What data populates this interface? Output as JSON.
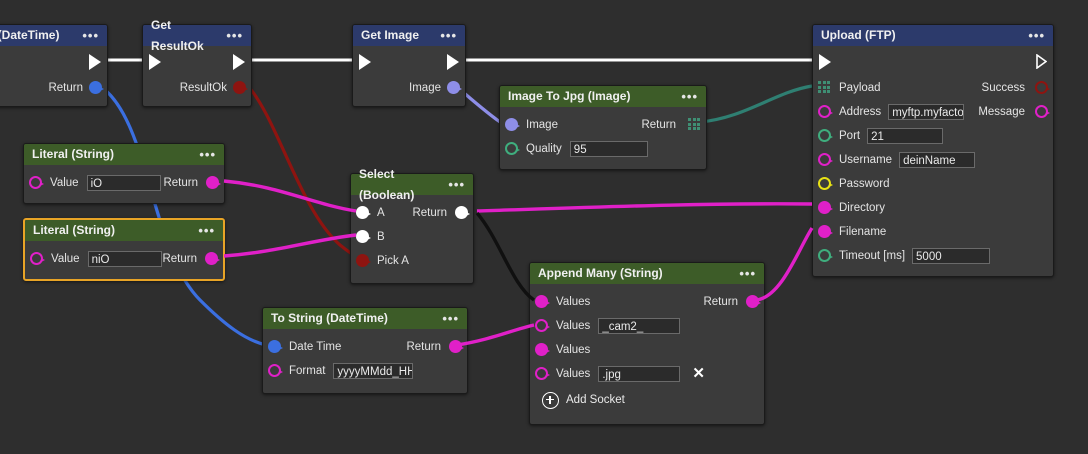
{
  "canvas": {
    "background": "#2e2e2e"
  },
  "palette": {
    "header_blue": "#2c3a6b",
    "header_green": "#3d5c28",
    "node_body": "#3b3b3b",
    "selection": "#e8a426",
    "magenta": "#e020c8",
    "blue": "#3b6fe0",
    "light_blue": "#8e8ee8",
    "green": "#3fae7e",
    "yellow": "#e8e215",
    "dark_red": "#8e1410",
    "teal_wire": "#2f7f72",
    "exec_wire": "#ffffff"
  },
  "nodes": {
    "now": {
      "title": "Now (DateTime)",
      "menu": "•••",
      "outputs": [
        {
          "label": "Return",
          "color": "blue"
        }
      ]
    },
    "get_resultok": {
      "title": "Get ResultOk",
      "menu": "•••",
      "outputs": [
        {
          "label": "ResultOk",
          "color": "dark-red"
        }
      ]
    },
    "get_image": {
      "title": "Get Image",
      "menu": "•••",
      "outputs": [
        {
          "label": "Image",
          "color": "light-blue"
        }
      ]
    },
    "image_to_jpg": {
      "title": "Image To Jpg (Image)",
      "menu": "•••",
      "inputs": [
        {
          "label": "Image",
          "color": "light-blue",
          "value": ""
        },
        {
          "label": "Quality",
          "color": "green",
          "value": "95"
        }
      ],
      "outputs": [
        {
          "label": "Return",
          "color": "array-grid"
        }
      ]
    },
    "upload_ftp": {
      "title": "Upload (FTP)",
      "menu": "•••",
      "inputs": [
        {
          "label": "Payload",
          "color": "array-grid",
          "value": ""
        },
        {
          "label": "Address",
          "color": "magenta",
          "value": "myftp.myfactor"
        },
        {
          "label": "Port",
          "color": "green",
          "value": "21"
        },
        {
          "label": "Username",
          "color": "magenta",
          "value": "deinName"
        },
        {
          "label": "Password",
          "color": "yellow",
          "value": ""
        },
        {
          "label": "Directory",
          "color": "magenta",
          "value": ""
        },
        {
          "label": "Filename",
          "color": "magenta",
          "value": ""
        },
        {
          "label": "Timeout [ms]",
          "color": "green",
          "value": "5000"
        }
      ],
      "outputs": [
        {
          "label": "Success",
          "color": "dark-red"
        },
        {
          "label": "Message",
          "color": "magenta"
        }
      ]
    },
    "literal_io": {
      "title": "Literal (String)",
      "menu": "•••",
      "selected": false,
      "inputs": [
        {
          "label": "Value",
          "color": "magenta",
          "value": "iO"
        }
      ],
      "outputs": [
        {
          "label": "Return",
          "color": "magenta"
        }
      ]
    },
    "literal_nio": {
      "title": "Literal (String)",
      "menu": "•••",
      "selected": true,
      "inputs": [
        {
          "label": "Value",
          "color": "magenta",
          "value": "niO"
        }
      ],
      "outputs": [
        {
          "label": "Return",
          "color": "magenta"
        }
      ]
    },
    "select_boolean": {
      "title": "Select (Boolean)",
      "menu": "•••",
      "inputs": [
        {
          "label": "A",
          "color": "white"
        },
        {
          "label": "B",
          "color": "white"
        },
        {
          "label": "Pick A",
          "color": "dark-red"
        }
      ],
      "outputs": [
        {
          "label": "Return",
          "color": "white"
        }
      ]
    },
    "to_string_datetime": {
      "title": "To String (DateTime)",
      "menu": "•••",
      "inputs": [
        {
          "label": "Date Time",
          "color": "blue",
          "value": ""
        },
        {
          "label": "Format",
          "color": "magenta",
          "value": "yyyyMMdd_HH"
        }
      ],
      "outputs": [
        {
          "label": "Return",
          "color": "magenta"
        }
      ]
    },
    "append_many": {
      "title": "Append Many (String)",
      "menu": "•••",
      "inputs": [
        {
          "label": "Values",
          "color": "magenta",
          "value": "",
          "connected": true
        },
        {
          "label": "Values",
          "color": "magenta",
          "value": "_cam2_",
          "connected": false
        },
        {
          "label": "Values",
          "color": "magenta",
          "value": "",
          "connected": true
        },
        {
          "label": "Values",
          "color": "magenta",
          "value": ".jpg",
          "connected": false,
          "delete": "✕"
        }
      ],
      "outputs": [
        {
          "label": "Return",
          "color": "magenta"
        }
      ],
      "add_socket_label": "Add Socket"
    }
  }
}
